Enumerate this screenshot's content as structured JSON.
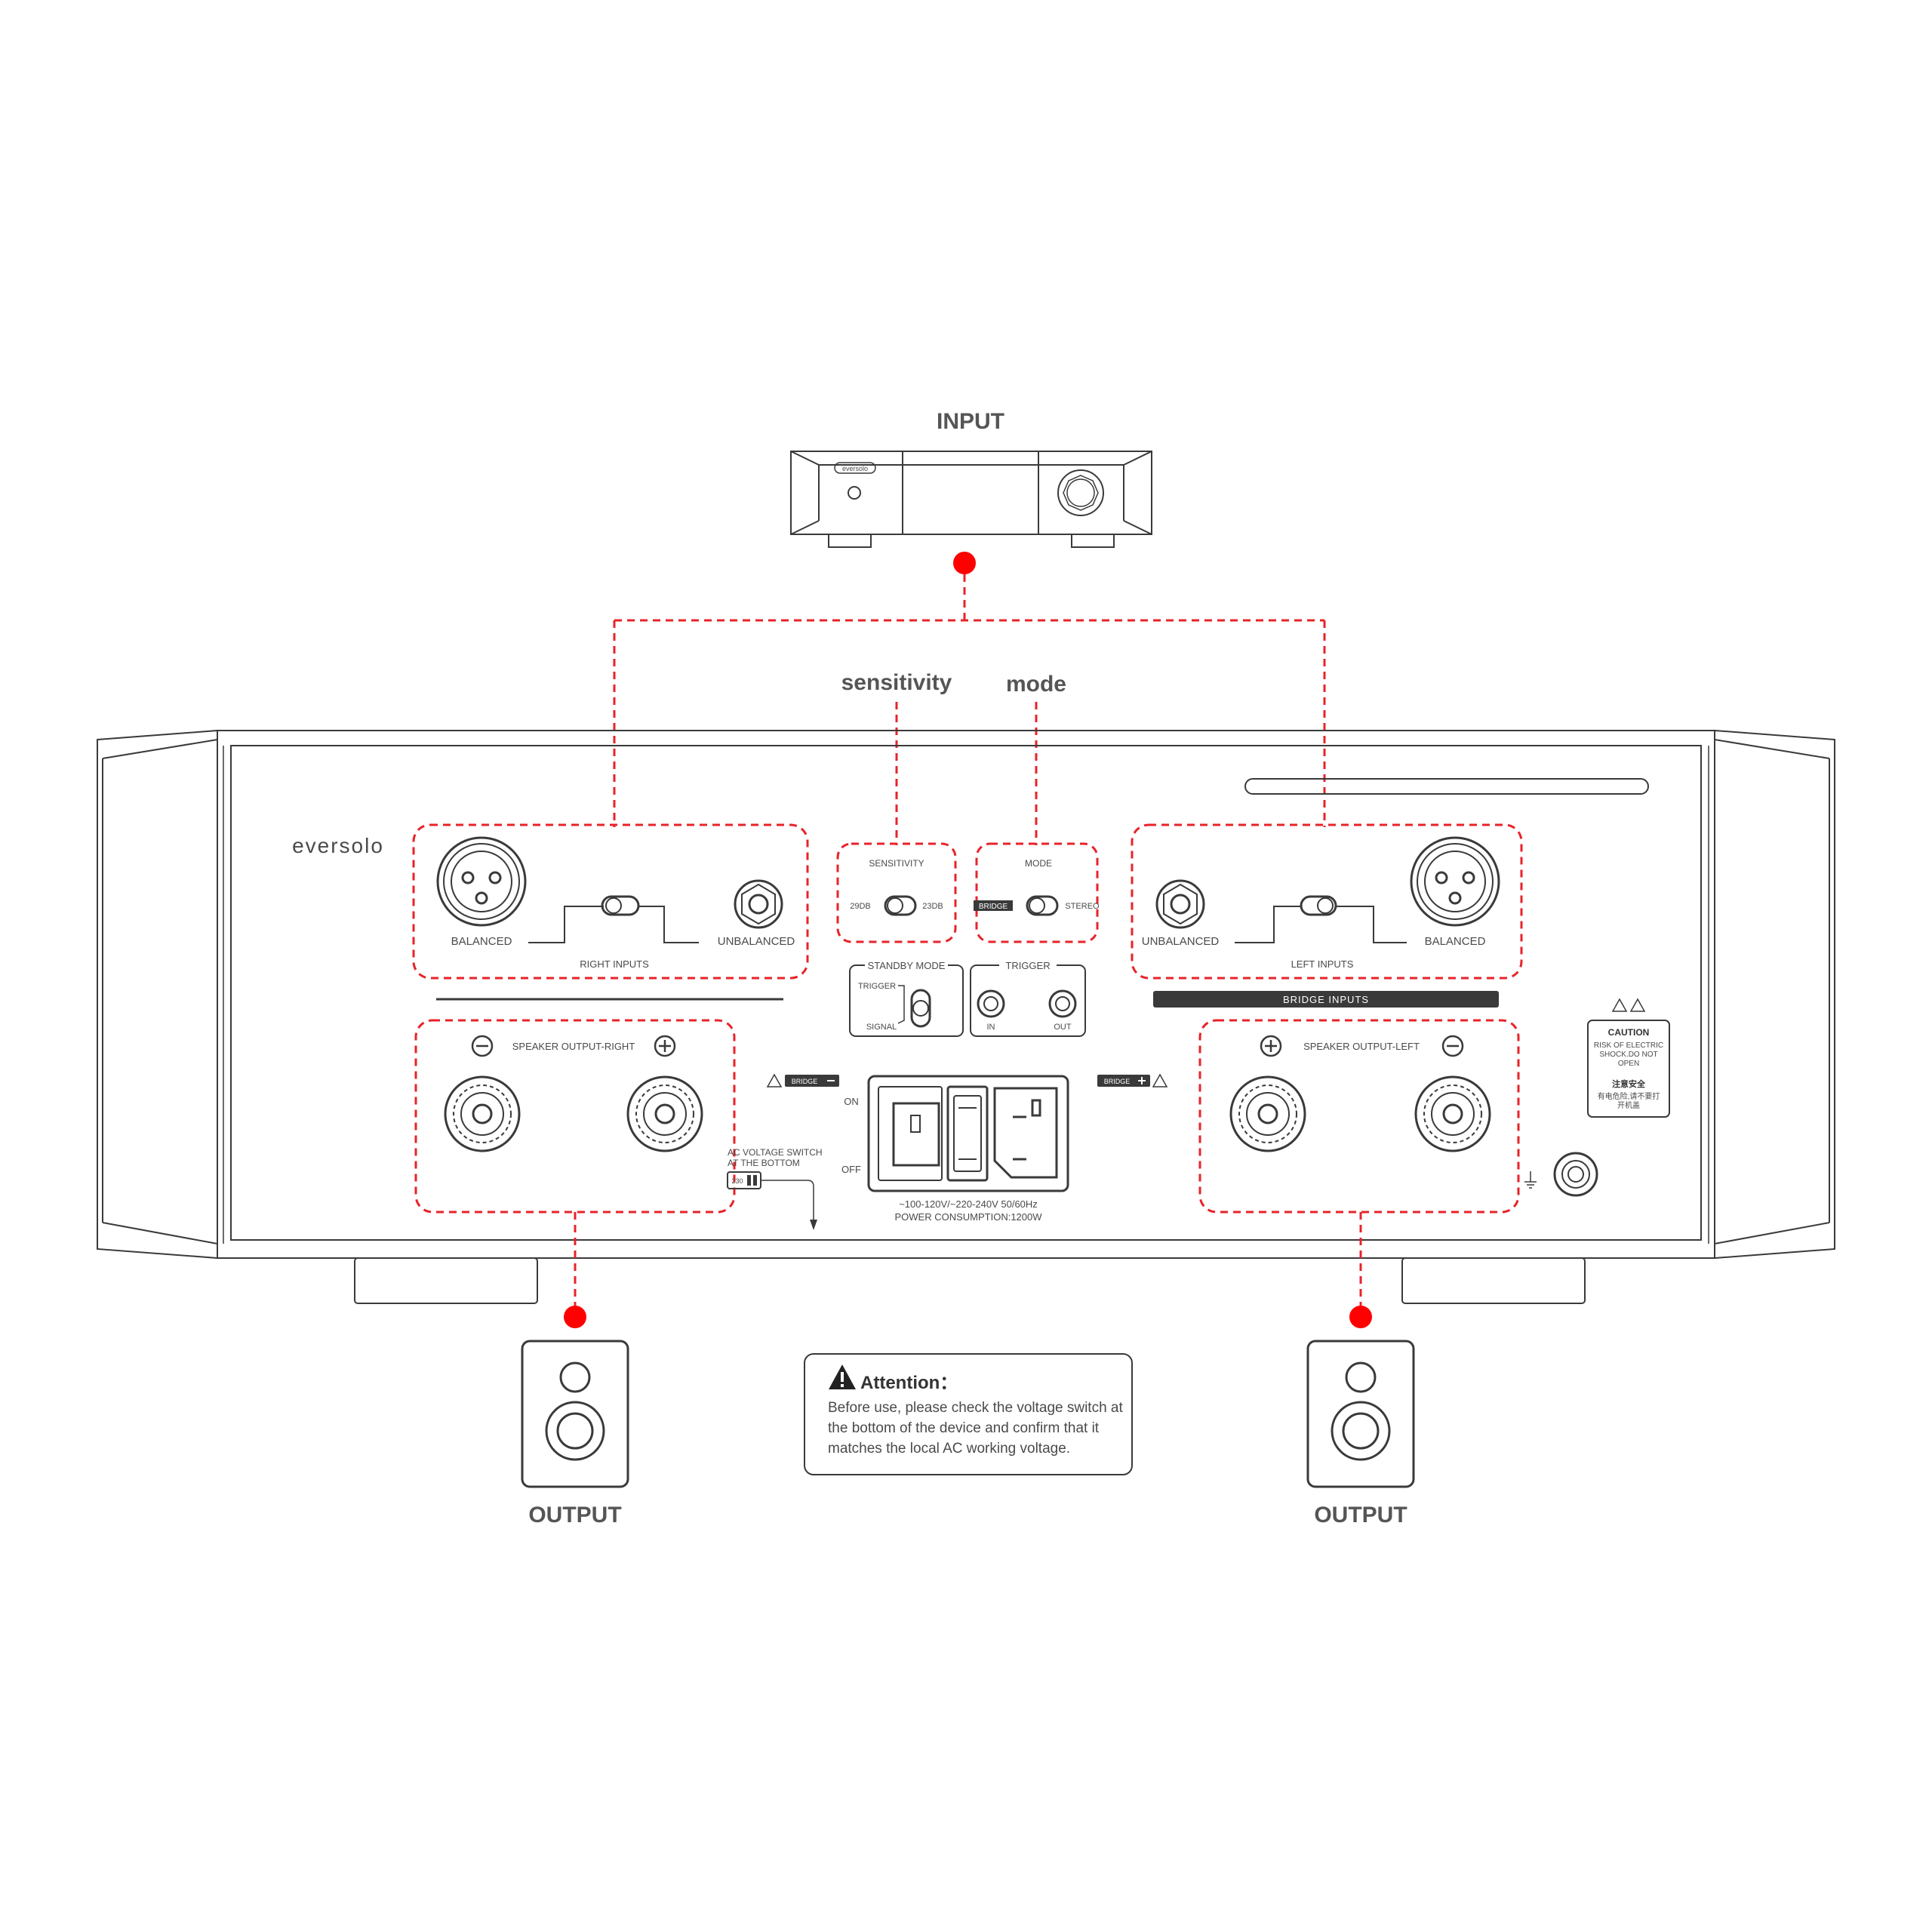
{
  "labels": {
    "input": "INPUT",
    "output_left": "OUTPUT",
    "output_right": "OUTPUT",
    "sensitivity_heading": "sensitivity",
    "mode_heading": "mode"
  },
  "preamp": {
    "brand": "eversolo"
  },
  "amp": {
    "brand": "eversolo",
    "right_inputs": {
      "title": "RIGHT INPUTS",
      "balanced": "BALANCED",
      "unbalanced": "UNBALANCED"
    },
    "left_inputs": {
      "title": "LEFT INPUTS",
      "balanced": "BALANCED",
      "unbalanced": "UNBALANCED"
    },
    "sensitivity": {
      "title": "SENSITIVITY",
      "opt1": "29DB",
      "opt2": "23DB"
    },
    "mode": {
      "title": "MODE",
      "opt1": "BRIDGE",
      "opt2": "STEREO"
    },
    "standby": {
      "title": "STANDBY  MODE",
      "opt1": "TRIGGER",
      "opt2": "SIGNAL"
    },
    "trigger": {
      "title": "TRIGGER",
      "in": "IN",
      "out": "OUT"
    },
    "bridge_inputs": "BRIDGE INPUTS",
    "speaker_right": "SPEAKER OUTPUT-RIGHT",
    "speaker_left": "SPEAKER OUTPUT-LEFT",
    "bridge_minus": "BRIDGE",
    "bridge_plus": "BRIDGE",
    "switch_on": "ON",
    "switch_off": "OFF",
    "voltage_line": "~100-120V/~220-240V  50/60Hz",
    "power_line": "POWER CONSUMPTION:1200W",
    "ac_switch_line1": "AC VOLTAGE SWITCH",
    "ac_switch_line2": "AT THE BOTTOM",
    "ac_switch_value": "230",
    "caution": {
      "title": "CAUTION",
      "line1": "RISK OF ELECTRIC",
      "line2": "SHOCK.DO NOT",
      "line3": "OPEN",
      "cn_title": "注意安全",
      "cn_line1": "有电危险,请不要打",
      "cn_line2": "开机盖"
    }
  },
  "attention": {
    "title": "Attention：",
    "line1": "Before use, please check the voltage switch at",
    "line2": "the bottom of the device and confirm that it",
    "line3": "matches the local AC working voltage."
  },
  "colors": {
    "connection": "#e8232a",
    "dot": "#ff0000",
    "line": "#3a3a3a",
    "text": "#4a4a4a"
  }
}
